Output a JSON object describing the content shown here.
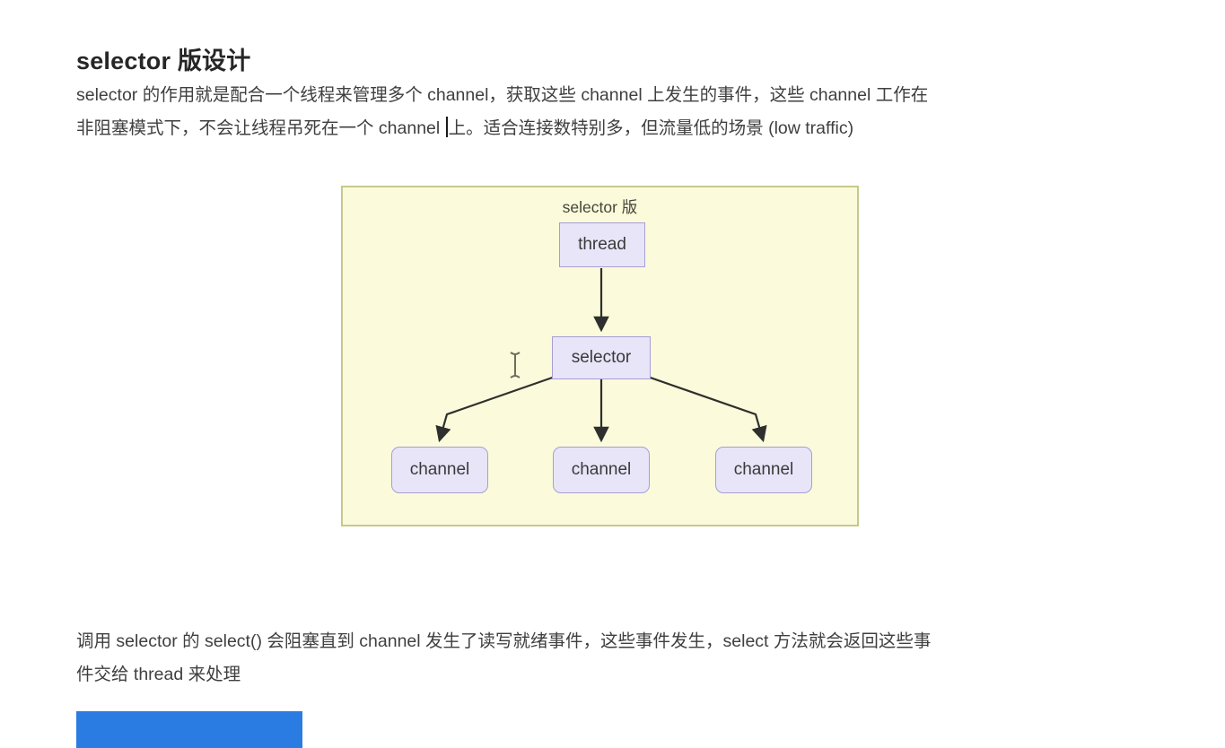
{
  "page": {
    "heading": "selector 版设计",
    "paragraph1": {
      "line1": "selector 的作用就是配合一个线程来管理多个 channel，获取这些 channel 上发生的事件，这些 channel 工作在",
      "line2_before_caret": "非阻塞模式下，不会让线程吊死在一个 channel ",
      "line2_after_caret": "上。适合连接数特别多，但流量低的场景 (low traffic)"
    },
    "paragraph2": {
      "line1": "调用 selector 的 select() 会阻塞直到 channel 发生了读写就绪事件，这些事件发生，select 方法就会返回这些事",
      "line2": "件交给 thread 来处理"
    }
  },
  "diagram": {
    "title": "selector 版",
    "nodes": {
      "thread": "thread",
      "selector": "selector",
      "channels": [
        "channel",
        "channel",
        "channel"
      ]
    },
    "edges": [
      {
        "from": "thread",
        "to": "selector"
      },
      {
        "from": "selector",
        "to": "channel-1"
      },
      {
        "from": "selector",
        "to": "channel-2"
      },
      {
        "from": "selector",
        "to": "channel-3"
      }
    ],
    "colors": {
      "background": "#fbfbdb",
      "border": "#c6c98c",
      "node_fill": "#e8e5f9",
      "node_border": "#a79dd6",
      "arrow": "#2f2f2f"
    }
  },
  "cursor": {
    "type": "i-beam-text-cursor"
  },
  "player": {
    "blue_bar_color": "#2b7ce2"
  }
}
